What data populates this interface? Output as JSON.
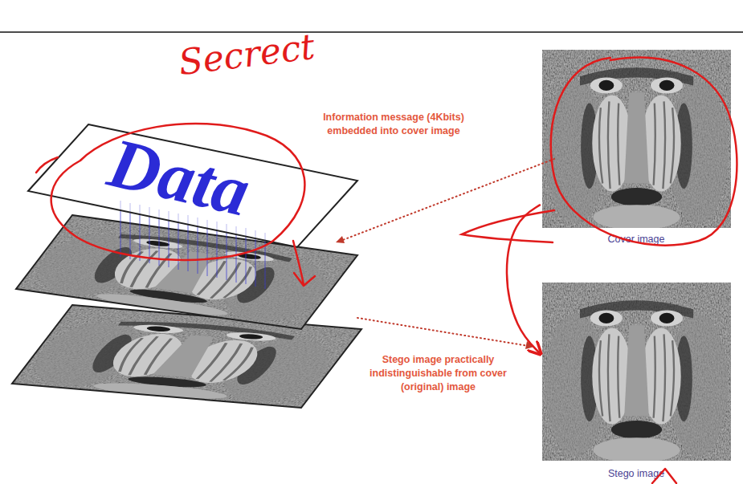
{
  "diagram": {
    "nodes": [
      {
        "text": [
          "Data"
        ]
      },
      {
        "text": [
          "Cover image"
        ]
      },
      {
        "text": [
          "Stego image"
        ]
      }
    ],
    "edges": [
      {
        "from": 1,
        "to": 2,
        "arrow": "to"
      }
    ],
    "labels": [
      "Secrect",
      "Information message (4Kbits) embedded into cover image",
      "Stego image practically indistinguishable from cover (original) image"
    ]
  }
}
